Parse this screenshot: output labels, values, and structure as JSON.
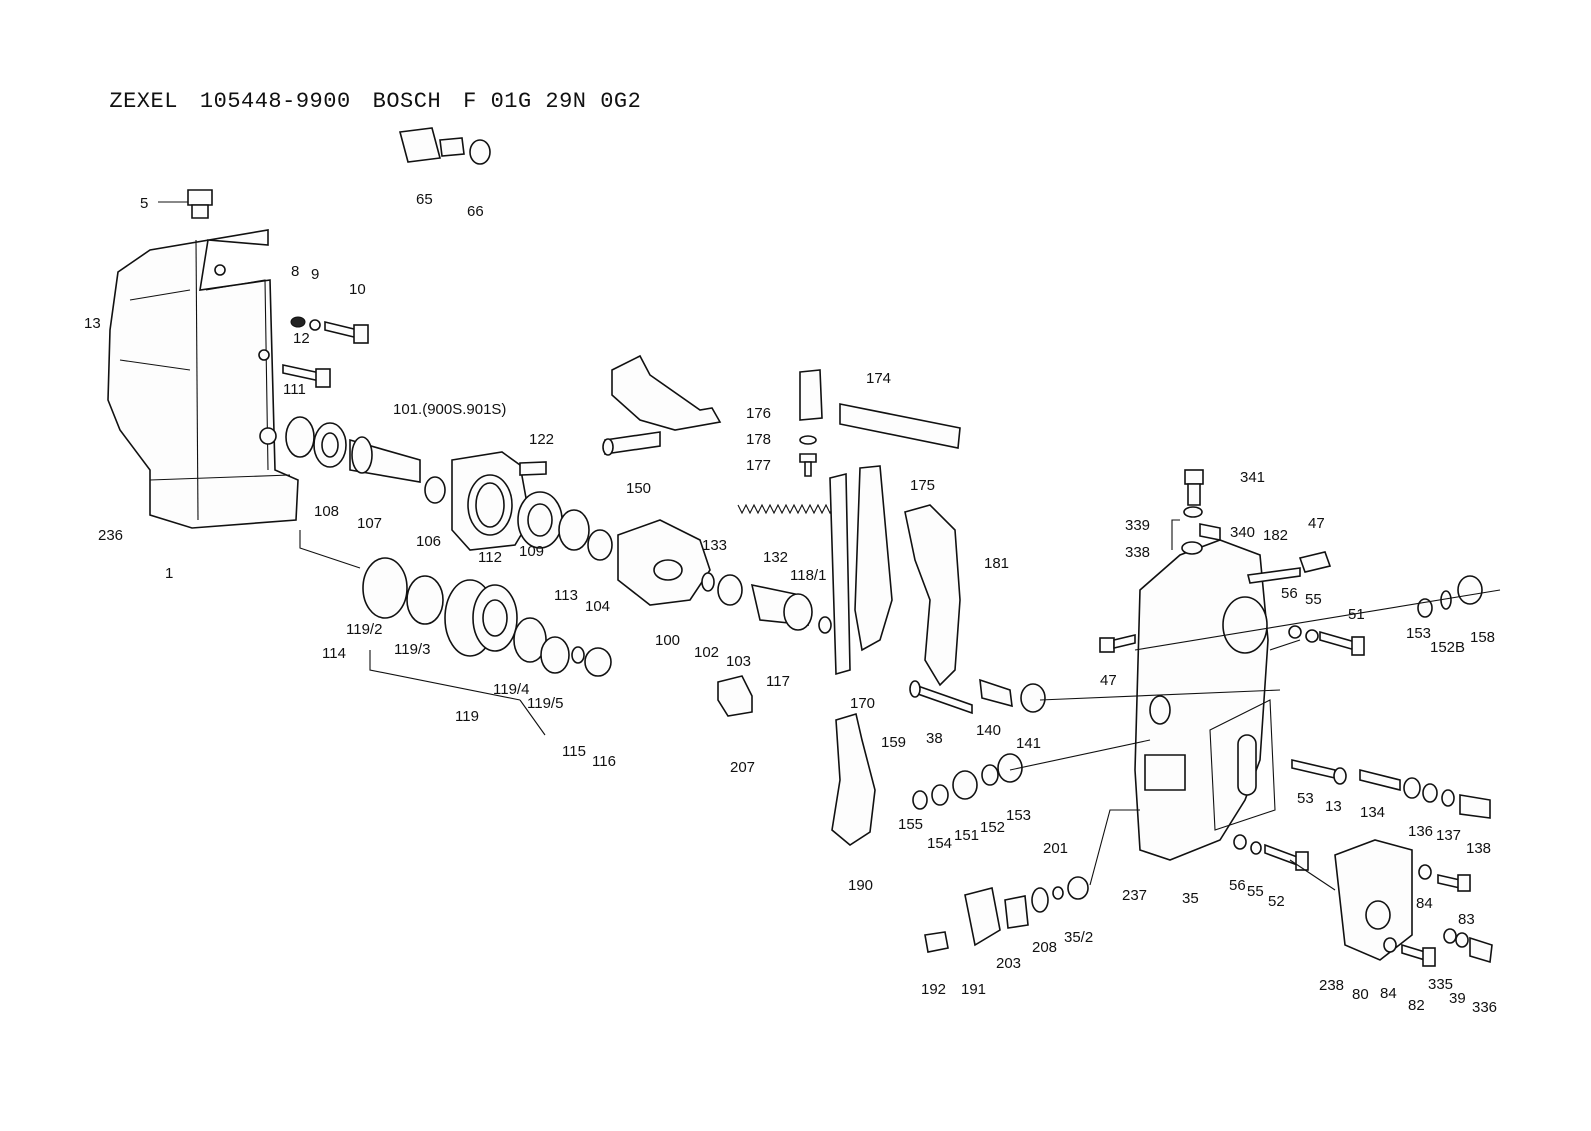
{
  "header": {
    "brand1": "ZEXEL",
    "code1": "105448-9900",
    "brand2": "BOSCH",
    "code2": "F 01G 29N 0G2"
  },
  "labels": [
    "5",
    "65",
    "66",
    "8",
    "9",
    "10",
    "13",
    "12",
    "111",
    "101.(900S.901S)",
    "122",
    "150",
    "176",
    "174",
    "178",
    "177",
    "175",
    "236",
    "108",
    "107",
    "106",
    "112",
    "109",
    "113",
    "104",
    "133",
    "132",
    "118/1",
    "181",
    "1",
    "114",
    "119/2",
    "119/3",
    "119",
    "119/4",
    "119/5",
    "115",
    "116",
    "100",
    "102",
    "103",
    "117",
    "170",
    "207",
    "341",
    "339",
    "340",
    "338",
    "182",
    "47",
    "56",
    "55",
    "51",
    "153",
    "152B",
    "158",
    "47",
    "38",
    "140",
    "141",
    "159",
    "155",
    "154",
    "151",
    "152",
    "153",
    "190",
    "201",
    "208",
    "35/2",
    "191",
    "192",
    "203",
    "237",
    "35",
    "56",
    "55",
    "52",
    "53",
    "13",
    "134",
    "136",
    "137",
    "138",
    "84",
    "83",
    "238",
    "80",
    "84",
    "82",
    "335",
    "39",
    "336"
  ]
}
